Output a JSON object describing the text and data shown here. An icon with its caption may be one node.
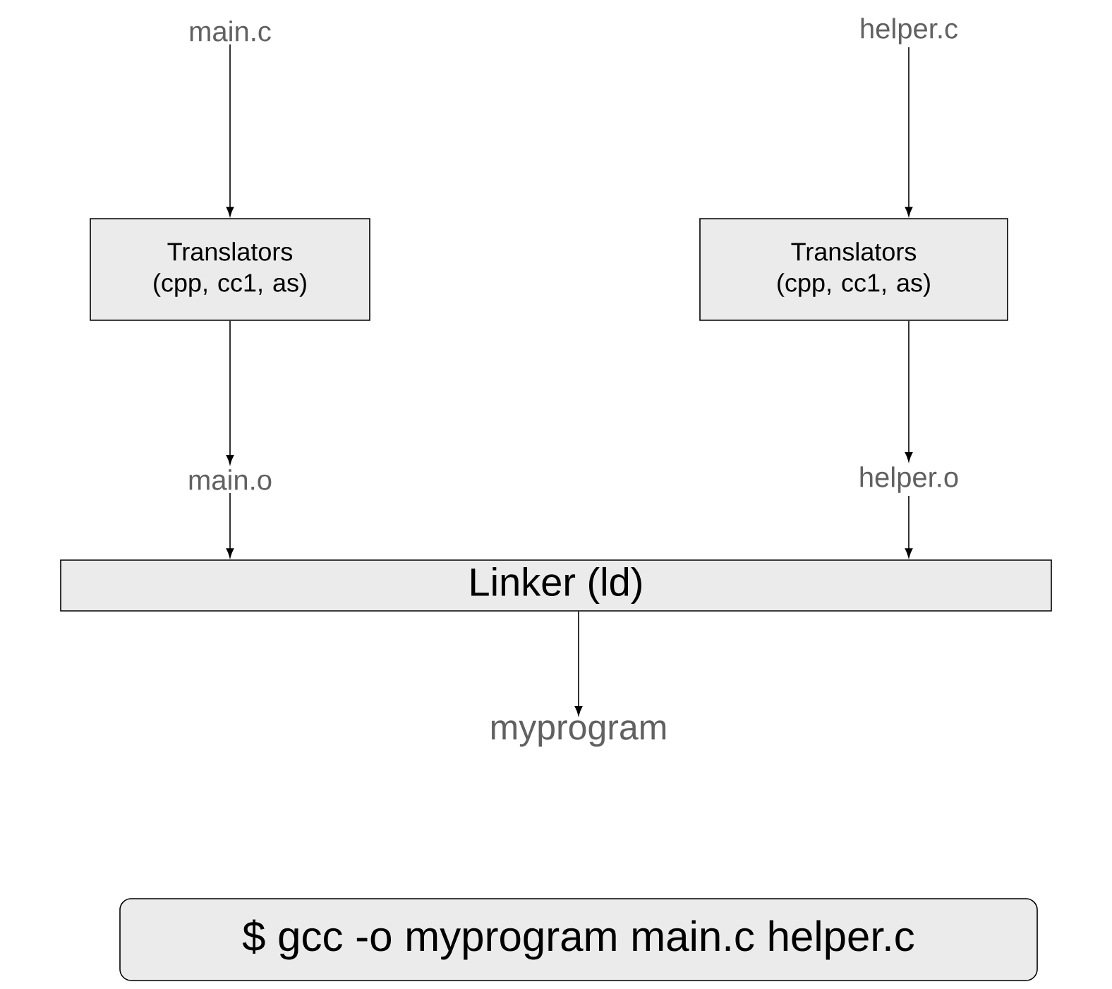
{
  "diagram": {
    "nodes": [
      {
        "text": [
          "main.c"
        ]
      },
      {
        "text": [
          "helper.c"
        ]
      },
      {
        "text": [
          "Translators (cpp, cc1, as)"
        ]
      },
      {
        "text": [
          "Translators (cpp, cc1, as)"
        ]
      },
      {
        "text": [
          "main.o"
        ]
      },
      {
        "text": [
          "helper.o"
        ]
      },
      {
        "text": [
          "Linker (ld)"
        ]
      },
      {
        "text": [
          "myprogram"
        ]
      },
      {
        "text": [
          "$ gcc -o myprogram main.c helper.c"
        ]
      }
    ],
    "edges": [
      {
        "from": 0,
        "to": 2,
        "arrow": "to"
      },
      {
        "from": 1,
        "to": 3,
        "arrow": "to"
      },
      {
        "from": 2,
        "to": 4,
        "arrow": "to"
      },
      {
        "from": 3,
        "to": 5,
        "arrow": "to"
      },
      {
        "from": 4,
        "to": 6,
        "arrow": "to"
      },
      {
        "from": 5,
        "to": 6,
        "arrow": "to"
      },
      {
        "from": 6,
        "to": 7,
        "arrow": "to"
      }
    ]
  }
}
